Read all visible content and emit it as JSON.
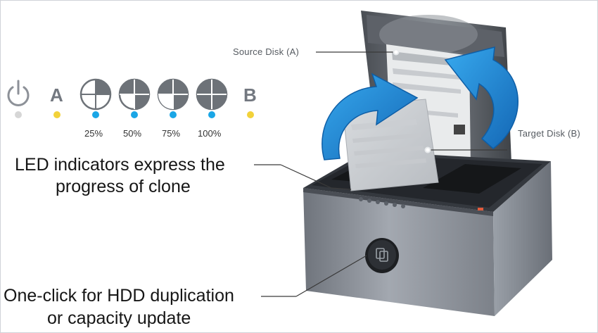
{
  "callouts": {
    "source_disk": "Source Disk (A)",
    "target_disk": "Target Disk (B)",
    "led_line1": "LED indicators express the",
    "led_line2": "progress of clone",
    "button_line1": "One-click for HDD duplication",
    "button_line2": "or capacity update"
  },
  "indicators": {
    "slot_a_letter": "A",
    "slot_b_letter": "B",
    "progress_labels": [
      "25%",
      "50%",
      "75%",
      "100%"
    ],
    "progress_values": [
      25,
      50,
      75,
      100
    ],
    "colors": {
      "power_led": "#d6d6d6",
      "slot_led": "#f2d23a",
      "progress_led": "#1aa6e6",
      "quarter_fill": "#6d7278"
    }
  },
  "icons": [
    "power-icon",
    "progress-pie-icon",
    "clone-arrow-icon",
    "clone-button-icon"
  ],
  "colors": {
    "arrow_blue": "#1f8fd8",
    "dock_body": "#8a909a",
    "dock_top": "#2b2e33",
    "callout_line": "#3a3a3a"
  }
}
